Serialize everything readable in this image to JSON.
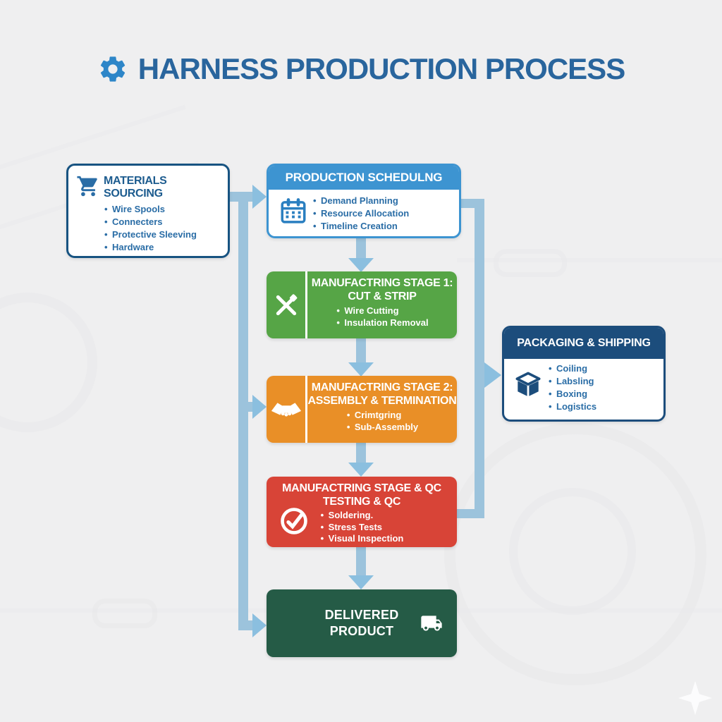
{
  "title": "HARNESS PRODUCTION PROCESS",
  "colors": {
    "background": "#efeff0",
    "title_text": "#29659d",
    "accent_blue": "#3d94d1",
    "navy": "#1c4d7c",
    "materials_border": "#175381",
    "stage1_green": "#56a546",
    "stage2_orange": "#e98f27",
    "testing_red": "#d84437",
    "delivered_dark_green": "#255b46",
    "arrow_blue": "#9cc3dc",
    "item_text_blue": "#2a6da6"
  },
  "materials": {
    "title": "MATERIALS SOURCING",
    "icon": "shopping-cart-icon",
    "items": [
      "Wire Spools",
      "Connecters",
      "Protective Sleeving",
      "Hardware"
    ]
  },
  "scheduling": {
    "title": "PRODUCTION SCHEDULNG",
    "icon": "calendar-icon",
    "items": [
      "Demand Planning",
      "Resource Allocation",
      "Timeline Creation"
    ]
  },
  "stage1": {
    "title_line1": "MANUFACTRING STAGE 1:",
    "title_line2": "CUT & STRIP",
    "icon": "crossed-tools-icon",
    "items": [
      "Wire Cutting",
      "Insulation Removal"
    ]
  },
  "stage2": {
    "title_line1": "MANUFACTRING STAGE 2:",
    "title_line2": "ASSEMBLY & TERMINATION",
    "icon": "handshake-icon",
    "items": [
      "Crimtgring",
      "Sub-Assembly"
    ]
  },
  "testing": {
    "title_line1": "MANUFACTRING STAGE & QC",
    "title_line2": "TESTING & QC",
    "icon": "check-circle-icon",
    "items": [
      "Soldering.",
      "Stress Tests",
      "Visual Inspection"
    ]
  },
  "packaging": {
    "title": "PACKAGING & SHIPPING",
    "icon": "open-box-icon",
    "items": [
      "Coiling",
      "Labsling",
      "Boxing",
      "Logistics"
    ]
  },
  "delivered": {
    "title_line1": "DELIVERED",
    "title_line2": "PRODUCT",
    "icon": "truck-icon"
  }
}
